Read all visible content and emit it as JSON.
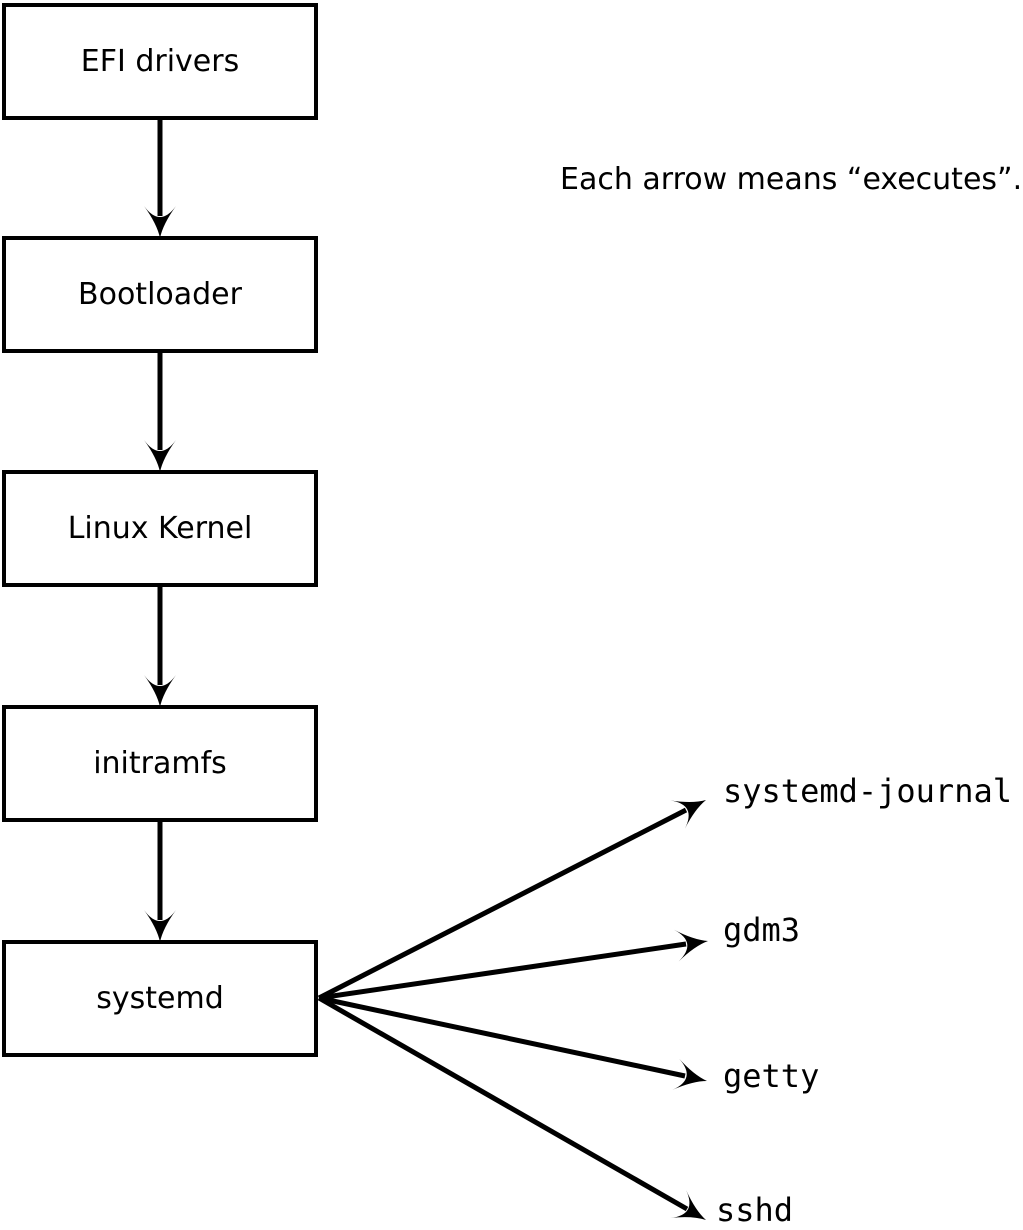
{
  "diagram": {
    "note": "Each arrow means “executes”.",
    "arrow_meaning": "executes",
    "chain": [
      {
        "label": "EFI drivers"
      },
      {
        "label": "Bootloader"
      },
      {
        "label": "Linux Kernel"
      },
      {
        "label": "initramfs"
      },
      {
        "label": "systemd"
      }
    ],
    "spawned": [
      {
        "label": "systemd-journal"
      },
      {
        "label": "gdm3"
      },
      {
        "label": "getty"
      },
      {
        "label": "sshd"
      }
    ],
    "colors": {
      "background": "#ffffff",
      "box_fill": "#ffffff",
      "box_border": "#000000",
      "arrow": "#000000",
      "text": "#000000"
    }
  }
}
